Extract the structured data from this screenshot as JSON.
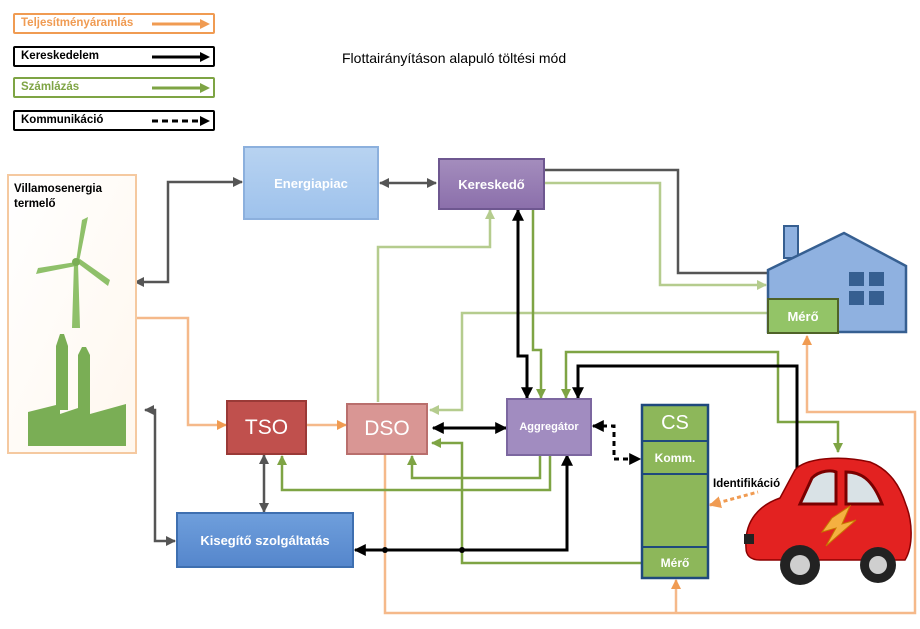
{
  "title": "Flottairányításon alapuló töltési mód",
  "legend": [
    {
      "label": "Teljesítményáramlás",
      "style": "solid",
      "color": "#f09b52"
    },
    {
      "label": "Kereskedelem",
      "style": "solid",
      "color": "#000000"
    },
    {
      "label": "Számlázás",
      "style": "solid",
      "color": "#7ea444"
    },
    {
      "label": "Kommunikáció",
      "style": "dashed",
      "color": "#000000"
    }
  ],
  "nodes": {
    "producer": "Villamosenergia termelő",
    "energy_market": "Energiapiac",
    "trader": "Kereskedő",
    "tso": "TSO",
    "dso": "DSO",
    "aggregator": "Aggregátor",
    "ancillary": "Kisegítő szolgáltatás",
    "cs": "CS",
    "cs_comm": "Komm.",
    "cs_meter": "Mérő",
    "house_meter": "Mérő",
    "identification": "Identifikáció"
  },
  "colors": {
    "power_flow": "#f09b52",
    "trade": "#000000",
    "billing": "#7ea444",
    "billing_light": "#b5cc8e",
    "gray_link": "#555555"
  }
}
